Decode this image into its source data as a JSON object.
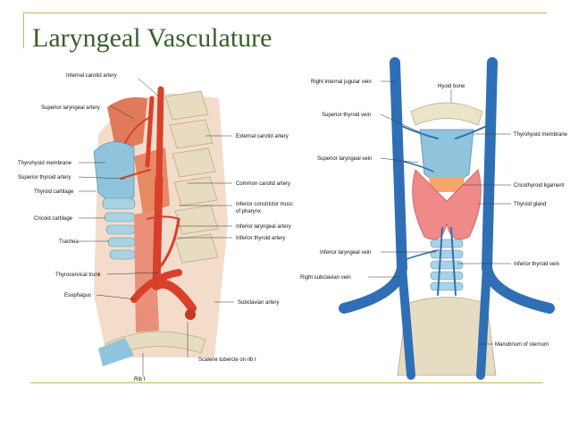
{
  "slide": {
    "title": "Laryngeal Vasculature"
  },
  "left_figure": {
    "labels": {
      "internal_carotid": "Internal carotid artery",
      "superior_laryngeal": "Superior laryngeal artery",
      "external_carotid": "External carotid artery",
      "thyrohyoid_membrane": "Thyrohyoid membrane",
      "superior_thyroid": "Superior thyroid artery",
      "common_carotid": "Common carotid artery",
      "thyroid_cartilage": "Thyroid cartilage",
      "inferior_constrictor_1": "Inferior constrictor musc",
      "inferior_constrictor_2": "of pharynx",
      "cricoid": "Cricoid cartilage",
      "inferior_laryngeal": "Inferior laryngeal artery",
      "trachea": "Trachea",
      "inferior_thyroid": "Inferior thyroid artery",
      "thyrocervical": "Thyrocervical trunk",
      "esophagus": "Esophagus",
      "subclavian": "Subclavian artery",
      "scalene": "Scalene tubercle on rib I",
      "rib": "Rib I"
    }
  },
  "right_figure": {
    "labels": {
      "rij_vein": "Right internal jugular vein",
      "hyoid": "Hyoid bone",
      "sup_thyroid_vein": "Superior thyroid vein",
      "thyrohyoid": "Thyrohyoid membrane",
      "sup_laryngeal_vein": "Superior laryngeal vein",
      "cricothyroid": "Cricothyroid ligament",
      "thyroid_gland": "Thyroid gland",
      "inf_laryngeal_vein": "Inferior laryngeal vein",
      "inf_thyroid_vein": "Inferior thyroid vein",
      "subclavian_vein": "Right subclavian vein",
      "manubrium": "Manubrium of sternum"
    }
  },
  "colors": {
    "title": "#3a5f2a",
    "rule": "#c9b35a",
    "artery": "#d9402a",
    "vein": "#2f6fb5",
    "cartilage": "#8fc4dc",
    "bone": "#e6dcc2",
    "gland": "#f08a8a"
  }
}
